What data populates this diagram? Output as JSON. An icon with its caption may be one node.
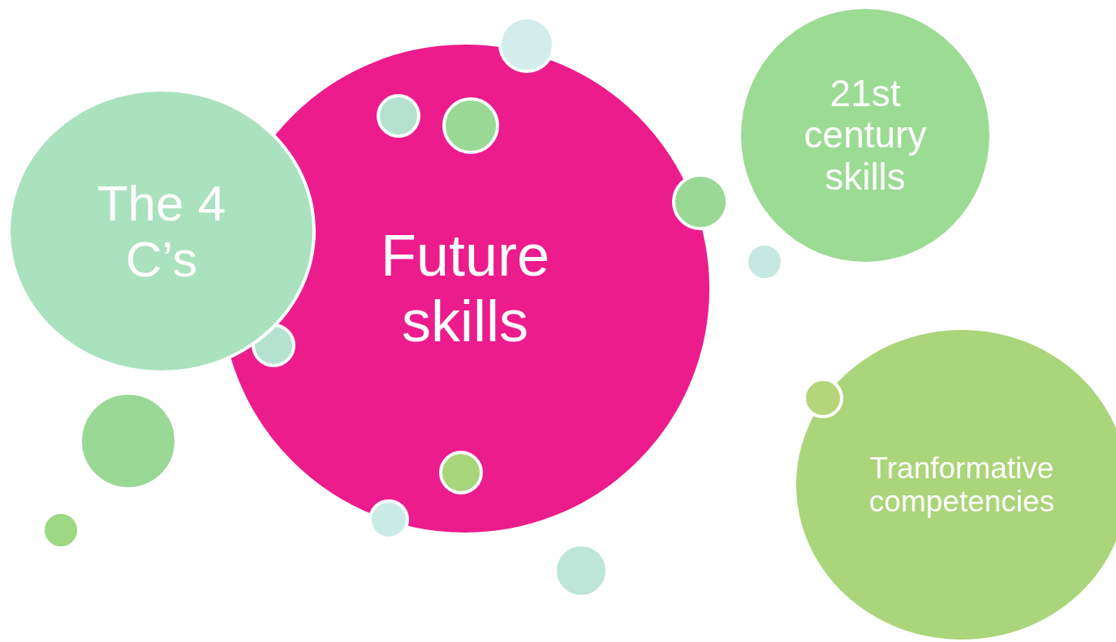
{
  "diagram": {
    "nodes": [
      {
        "text": [
          "The 4 C’s"
        ]
      },
      {
        "text": [
          "Future skills"
        ]
      },
      {
        "text": [
          "21st century skills"
        ]
      },
      {
        "text": [
          "Tranformative competencies"
        ]
      },
      {
        "text": [],
        "shape": "circle"
      },
      {
        "text": [],
        "shape": "circle"
      },
      {
        "text": [],
        "shape": "circle"
      },
      {
        "text": [],
        "shape": "circle"
      },
      {
        "text": [],
        "shape": "circle",
        "in": 1
      },
      {
        "text": [],
        "shape": "circle",
        "in": 1
      },
      {
        "text": [],
        "shape": "circle",
        "in": 1
      },
      {
        "text": [],
        "shape": "circle"
      },
      {
        "text": [],
        "shape": "circle"
      },
      {
        "text": [],
        "shape": "circle"
      },
      {
        "text": [],
        "shape": "circle"
      },
      {
        "text": [],
        "shape": "circle",
        "in": 3
      }
    ],
    "edges": []
  }
}
